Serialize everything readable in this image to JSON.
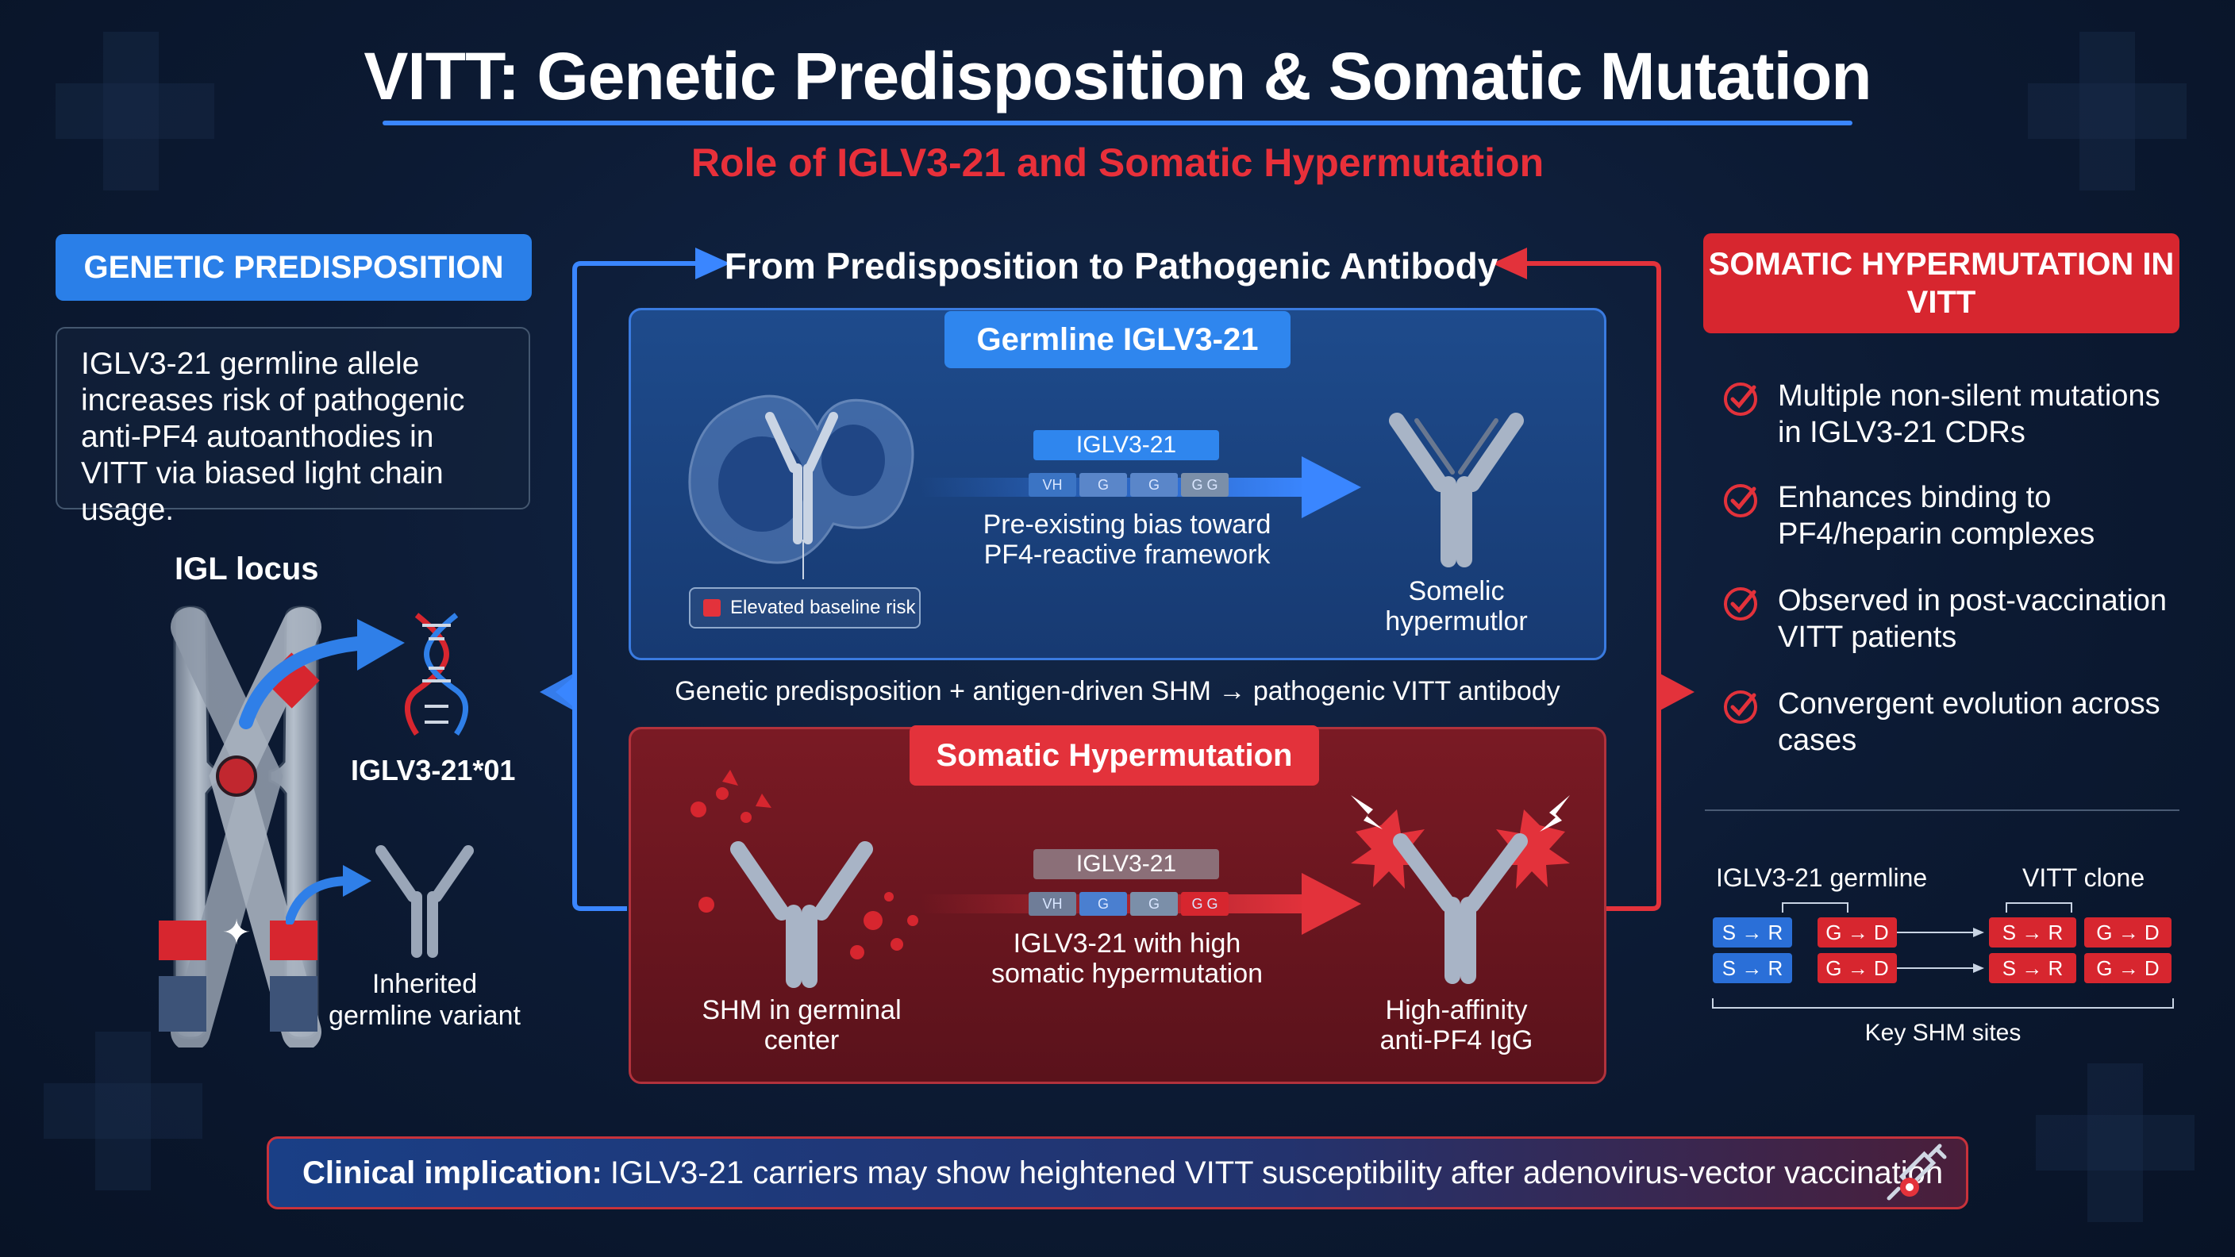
{
  "title": "VITT: Genetic Predisposition & Somatic Mutation",
  "subtitle": "Role of IGLV3-21 and Somatic Hypermutation",
  "left": {
    "header": "GENETIC PREDISPOSITION",
    "description": "IGLV3-21 germline allele increases risk of pathogenic anti-PF4 autoanthodies in VITT via biased light chain usage.",
    "locus_label": "IGL locus",
    "allele_label": "IGLV3-21*01",
    "inherited_label": "Inherited germline variant"
  },
  "center": {
    "flow_title": "From Predisposition to Pathogenic Antibody",
    "germline": {
      "header": "Germline IGLV3-21",
      "gene_tag": "IGLV3-21",
      "seq_cells": [
        "VH",
        "G",
        "G",
        "G G"
      ],
      "caption": "Pre-existing bias toward PF4-reactive framework",
      "badge": "Elevated baseline risk",
      "result_label": "Somelic hypermutlor"
    },
    "caption": "Genetic predisposition + antigen-driven SHM → pathogenic VITT antibody",
    "shm": {
      "header": "Somatic Hypermutation",
      "gene_tag": "IGLV3-21",
      "seq_cells": [
        "VH",
        "G",
        "G",
        "G G"
      ],
      "caption": "IGLV3-21 with high somatic hypermutation",
      "left_label": "SHM in germinal center",
      "result_label": "High-affinity anti-PF4 IgG"
    }
  },
  "right": {
    "header": "SOMATIC HYPERMUTATION IN VITT",
    "items": [
      "Multiple non-silent mutations in IGLV3-21 CDRs",
      "Enhances binding to PF4/heparin complexes",
      "Observed in post-vaccination VITT patients",
      "Convergent evolution across cases"
    ],
    "germline_label": "IGLV3-21 germline",
    "clone_label": "VITT clone",
    "mutation_sr": "S → R",
    "mutation_gd": "G → D",
    "key_label": "Key SHM sites"
  },
  "banner": {
    "strong": "Clinical implication:",
    "text": "IGLV3-21 carriers may show heightened VITT susceptibility after adenovirus-vector vaccination"
  },
  "colors": {
    "blue": "#2a7fe8",
    "red": "#d7262f",
    "background": "#0c1a33"
  }
}
